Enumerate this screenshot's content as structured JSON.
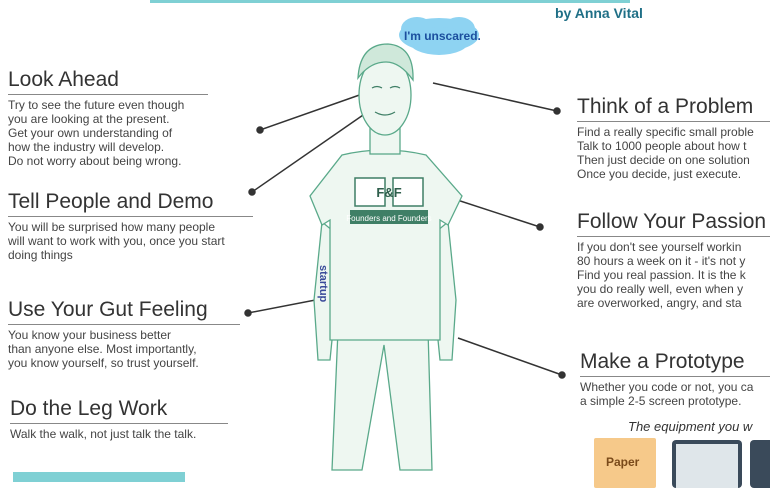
{
  "byline": "by Anna Vital",
  "bubble_text": "I'm unscared.",
  "shirt": {
    "logo": "F&F",
    "text": "Founders and Founders",
    "side_label": "startup"
  },
  "sections": {
    "look_ahead": {
      "title": "Look Ahead",
      "body": "Try to see the future even though\nyou are looking at the present.\nGet your own understanding of\nhow the industry will develop.\nDo not worry about being wrong."
    },
    "tell_people": {
      "title": "Tell People and Demo",
      "body": "You will be surprised how many people\nwill want to work with you, once you start\ndoing things"
    },
    "gut_feeling": {
      "title": "Use Your Gut Feeling",
      "body": "You know your business better\nthan anyone else. Most importantly,\nyou know yourself, so trust yourself."
    },
    "leg_work": {
      "title": "Do the Leg Work",
      "body": "Walk the walk, not just talk the talk."
    },
    "think_problem": {
      "title": "Think of a Problem",
      "body": "Find a really specific small proble\nTalk to 1000 people about how t\nThen just decide on one solution\nOnce you decide, just execute."
    },
    "follow_passion": {
      "title": "Follow Your Passion",
      "body": "If you don't see yourself workin\n80 hours a week on it - it's not y\nFind you real passion. It is the k\nyou do really well, even when y\nare overworked, angry, and sta"
    },
    "prototype": {
      "title": "Make a Prototype",
      "body": "Whether you code or not, you ca\na simple 2-5 screen prototype."
    }
  },
  "equipment": {
    "title": "The equipment you w",
    "paper_label": "Paper"
  },
  "colors": {
    "accent": "#7fd0d4",
    "byline": "#1f6f86",
    "sketch": "#5aa98a",
    "bubble": "#8ed3f2"
  }
}
